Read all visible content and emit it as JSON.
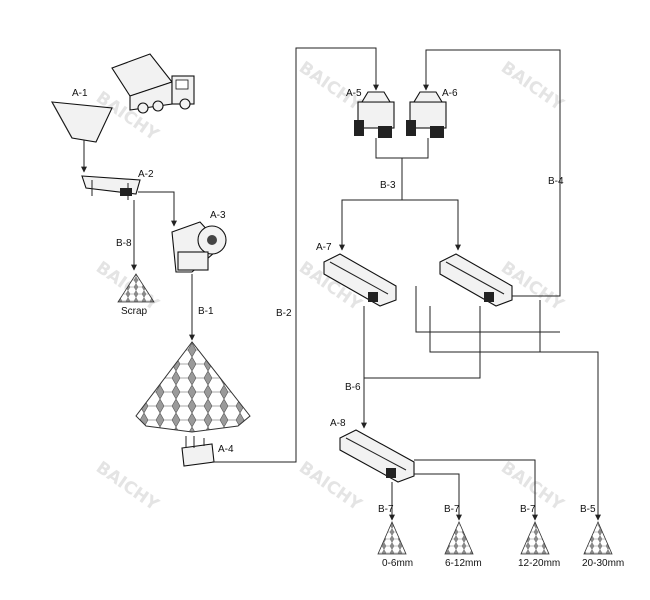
{
  "watermark": "BAICHY",
  "labels": {
    "a1": "A-1",
    "a2": "A-2",
    "a3": "A-3",
    "a4": "A-4",
    "a5": "A-5",
    "a6": "A-6",
    "a7": "A-7",
    "a8": "A-8",
    "b1": "B-1",
    "b2": "B-2",
    "b3": "B-3",
    "b4": "B-4",
    "b5": "B-5",
    "b6": "B-6",
    "b7a": "B-7",
    "b7b": "B-7",
    "b7c": "B-7",
    "b8": "B-8"
  },
  "outputs": {
    "scrap": "Scrap",
    "p1": "0-6mm",
    "p2": "6-12mm",
    "p3": "12-20mm",
    "p4": "20-30mm"
  }
}
